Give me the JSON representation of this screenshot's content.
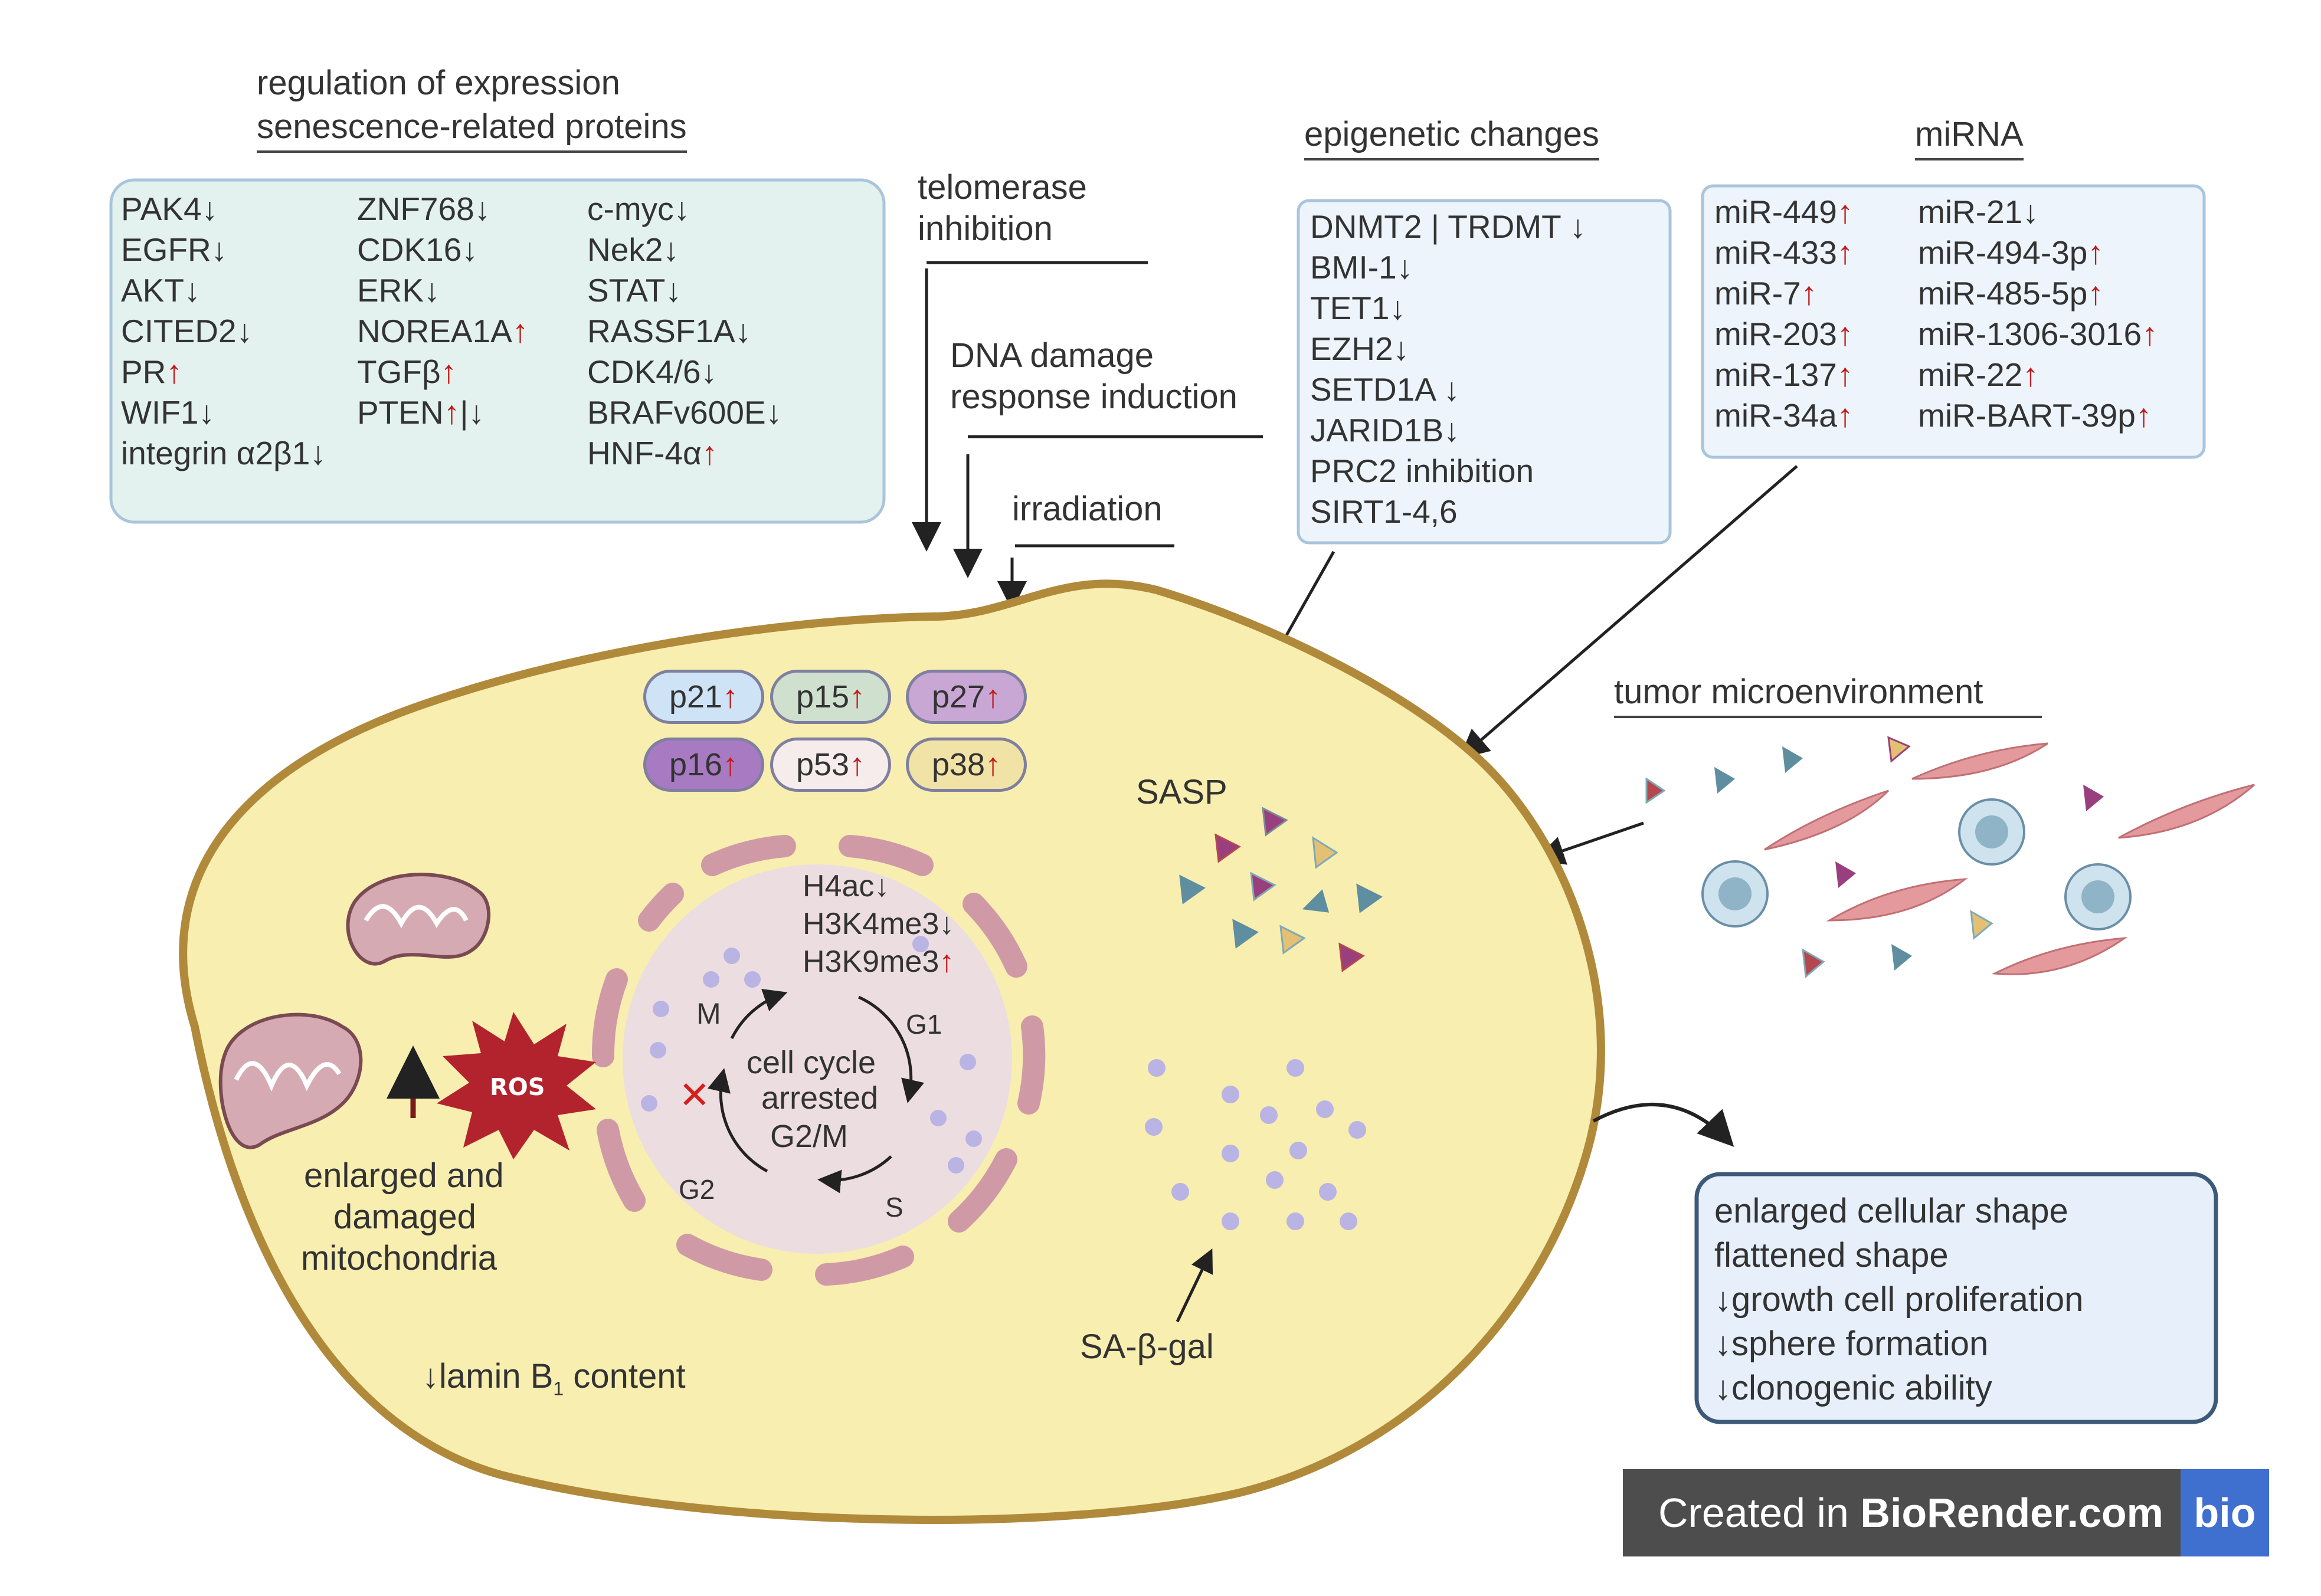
{
  "expression_box": {
    "title_line1": "regulation of expression",
    "title_line2": "senescence-related proteins",
    "col1": [
      {
        "t": "PAK4",
        "a": "↓",
        "d": "down"
      },
      {
        "t": "EGFR",
        "a": "↓",
        "d": "down"
      },
      {
        "t": "AKT",
        "a": "↓",
        "d": "down"
      },
      {
        "t": "CITED2",
        "a": "↓",
        "d": "down"
      },
      {
        "t": "PR",
        "a": "↑",
        "d": "up"
      },
      {
        "t": "WIF1",
        "a": "↓",
        "d": "down"
      },
      {
        "t": "integrin α2β1",
        "a": "↓",
        "d": "down"
      }
    ],
    "col2": [
      {
        "t": "ZNF768",
        "a": "↓",
        "d": "down"
      },
      {
        "t": "CDK16",
        "a": "↓",
        "d": "down"
      },
      {
        "t": "ERK",
        "a": "↓",
        "d": "down"
      },
      {
        "t": "NOREA1A",
        "a": "↑",
        "d": "up"
      },
      {
        "t": "TGFβ",
        "a": "↑",
        "d": "up"
      },
      {
        "t": "PTEN",
        "a": "↑",
        "d": "up",
        "b": "|↓"
      }
    ],
    "col3": [
      {
        "t": "c-myc",
        "a": "↓",
        "d": "down"
      },
      {
        "t": "Nek2",
        "a": "↓",
        "d": "down"
      },
      {
        "t": "STAT",
        "a": "↓",
        "d": "down"
      },
      {
        "t": "RASSF1A",
        "a": "↓",
        "d": "down"
      },
      {
        "t": "CDK4/6",
        "a": "↓",
        "d": "down"
      },
      {
        "t": "BRAFv600E",
        "a": "↓",
        "d": "down"
      },
      {
        "t": "HNF-4α",
        "a": "↑",
        "d": "up"
      }
    ]
  },
  "telomerase": {
    "line1": "telomerase",
    "line2": "inhibition"
  },
  "dna_damage": {
    "line1": "DNA damage",
    "line2": "response induction"
  },
  "irradiation": "irradiation",
  "epigenetic": {
    "title": "epigenetic changes",
    "items": [
      {
        "t": "DNMT2 | TRDMT ",
        "a": "↓",
        "d": "down"
      },
      {
        "t": "BMI-1",
        "a": "↓",
        "d": "down"
      },
      {
        "t": "TET1",
        "a": "↓",
        "d": "down"
      },
      {
        "t": "EZH2",
        "a": "↓",
        "d": "down"
      },
      {
        "t": "SETD1A ",
        "a": "↓",
        "d": "down"
      },
      {
        "t": "JARID1B",
        "a": "↓",
        "d": "down"
      },
      {
        "t": "PRC2 inhibition",
        "a": "",
        "d": "down"
      },
      {
        "t": "SIRT1-4,6",
        "a": "",
        "d": "down"
      }
    ]
  },
  "mirna": {
    "title": "miRNA",
    "col1": [
      {
        "t": "miR-449",
        "a": "↑",
        "d": "up"
      },
      {
        "t": "miR-433",
        "a": "↑",
        "d": "up"
      },
      {
        "t": "miR-7",
        "a": "↑",
        "d": "up"
      },
      {
        "t": "miR-203",
        "a": "↑",
        "d": "up"
      },
      {
        "t": "miR-137",
        "a": "↑",
        "d": "up"
      },
      {
        "t": "miR-34a",
        "a": "↑",
        "d": "up"
      }
    ],
    "col2": [
      {
        "t": "miR-21",
        "a": "↓",
        "d": "down"
      },
      {
        "t": "miR-494-3p",
        "a": "↑",
        "d": "up"
      },
      {
        "t": "miR-485-5p",
        "a": "↑",
        "d": "up"
      },
      {
        "t": "miR-1306-3016",
        "a": "↑",
        "d": "up"
      },
      {
        "t": "miR-22",
        "a": "↑",
        "d": "up"
      },
      {
        "t": "miR-BART-39p",
        "a": "↑",
        "d": "up"
      }
    ]
  },
  "tumor_microenvironment": "tumor microenvironment",
  "markers": [
    {
      "t": "p21",
      "a": "↑",
      "fill": "#cfe3f7"
    },
    {
      "t": "p15",
      "a": "↑",
      "fill": "#cfe0cf"
    },
    {
      "t": "p27",
      "a": "↑",
      "fill": "#c9a7d4"
    },
    {
      "t": "p16",
      "a": "↑",
      "fill": "#a77ac2"
    },
    {
      "t": "p53",
      "a": "↑",
      "fill": "#f7ecec"
    },
    {
      "t": "p38",
      "a": "↑",
      "fill": "#f1e2a6"
    }
  ],
  "sasp": "SASP",
  "histone": [
    {
      "t": "H4ac",
      "a": "↓",
      "d": "down"
    },
    {
      "t": "H3K4me3",
      "a": "↓",
      "d": "down"
    },
    {
      "t": "H3K9me3",
      "a": "↑",
      "d": "up"
    }
  ],
  "cell_cycle": {
    "line1": "cell cycle",
    "line2": "arrested",
    "line3": "G2/M",
    "phase_m": "M",
    "phase_g1": "G1",
    "phase_s": "S",
    "phase_g2": "G2",
    "block": "✕"
  },
  "ros": "ROS",
  "mito": {
    "line1": "enlarged and",
    "line2": "damaged",
    "line3": "mitochondria"
  },
  "lamin": {
    "prefix": "↓lamin B",
    "sub": "1",
    "suffix": " content"
  },
  "sa_gal": "SA-β-gal",
  "outcome": {
    "line1": "enlarged cellular shape",
    "line2": "flattened shape",
    "line3": "↓growth cell proliferation",
    "line4": "↓sphere formation",
    "line5": "↓clonogenic ability"
  },
  "logo": {
    "prefix": "Created in ",
    "brand": "BioRender.com",
    "mark": "bio"
  },
  "colors": {
    "cell_fill": "#f8eeb0",
    "cell_border": "#b08a3a",
    "nucleus": "#ecdde0",
    "envelope": "#cf9aa6",
    "box_green": "#e3f2ee",
    "box_blue": "#edf4fb",
    "up_arrow": "#c21a1a"
  }
}
